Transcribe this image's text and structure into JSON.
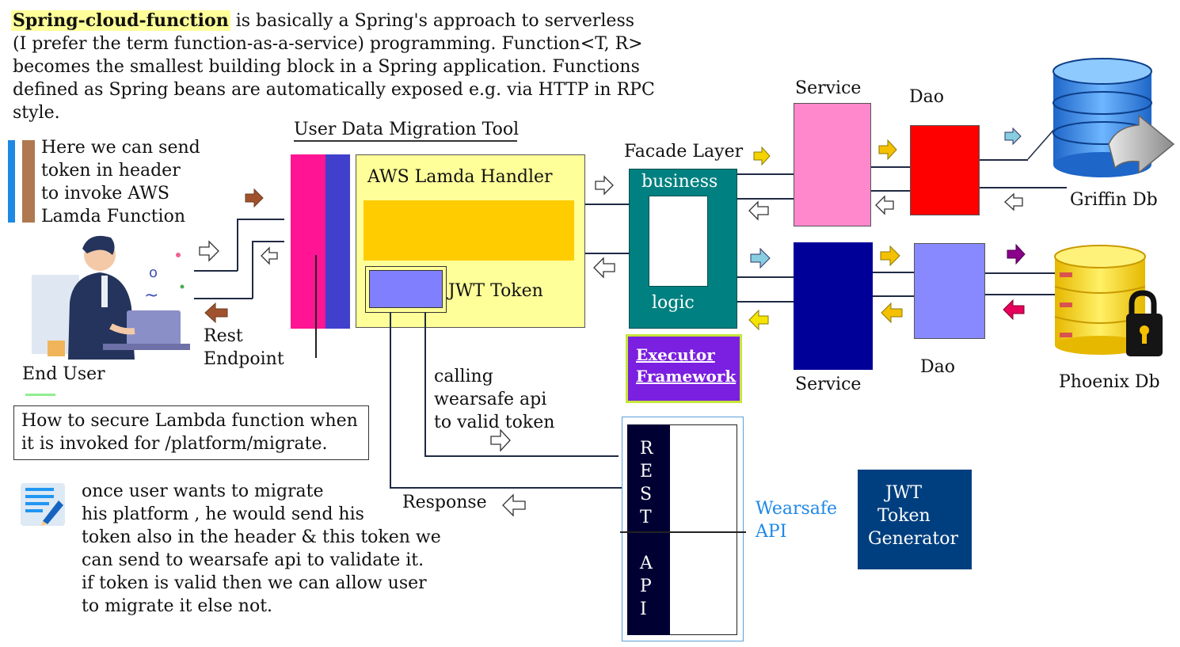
{
  "intro": {
    "highlight": "Spring-cloud-function",
    "line1_rest": " is basically a Spring's approach to serverless",
    "line2": "(I prefer the term function-as-a-service) programming. Function<T, R>",
    "line3": "becomes the smallest building block in a Spring application. Functions",
    "line4": "defined as Spring beans are automatically exposed e.g. via HTTP in RPC",
    "line5": "style."
  },
  "note_token": [
    "Here we can send",
    "token in header",
    "to invoke AWS",
    "Lamda Function"
  ],
  "end_user": "End User",
  "rest_endpoint": [
    "Rest",
    "Endpoint"
  ],
  "secure_question": [
    "How to secure Lambda function when",
    "it is invoked for /platform/migrate."
  ],
  "migrate_note": [
    "once user wants to migrate",
    "his platform , he would send his",
    "token also in the header & this token we",
    "can send to wearsafe api to validate it.",
    "if token is valid then we can allow user",
    "to migrate it else not."
  ],
  "tool_title": "User Data Migration Tool",
  "lambda_handler": "AWS Lamda Handler",
  "jwt_token": "JWT Token",
  "calling_note": [
    "calling",
    "wearsafe api",
    "to valid token"
  ],
  "response": "Response",
  "facade_layer": "Facade Layer",
  "business": "business",
  "logic": "logic",
  "executor": [
    "Executor",
    "Framework"
  ],
  "service_top": "Service",
  "service_bottom": "Service",
  "dao_top": "Dao",
  "dao_bottom": "Dao",
  "griffin_db": "Griffin Db",
  "phoenix_db": "Phoenix Db",
  "rest_api_letters": [
    "R",
    "E",
    "S",
    "T",
    "A",
    "P",
    "I"
  ],
  "wearsafe_api": [
    "Wearsafe",
    "API"
  ],
  "jwt_generator": [
    "JWT",
    "Token",
    "Generator"
  ],
  "colors": {
    "highlight": "#ffff99",
    "pink_bar": "#ff1493",
    "blue_bar": "#4040cc",
    "lambda_box": "#ffff99",
    "lambda_inner": "#ffcc00",
    "jwt_inner": "#8080ff",
    "facade": "#008080",
    "executor": "#7b1fe0",
    "service_top": "#ff88cc",
    "dao_top": "#ff0000",
    "service_bottom": "#000099",
    "dao_bottom": "#8888ff",
    "rest_api": "#000033",
    "jwt_generator": "#003f7f",
    "wearsafe_text": "#1e88e5"
  }
}
